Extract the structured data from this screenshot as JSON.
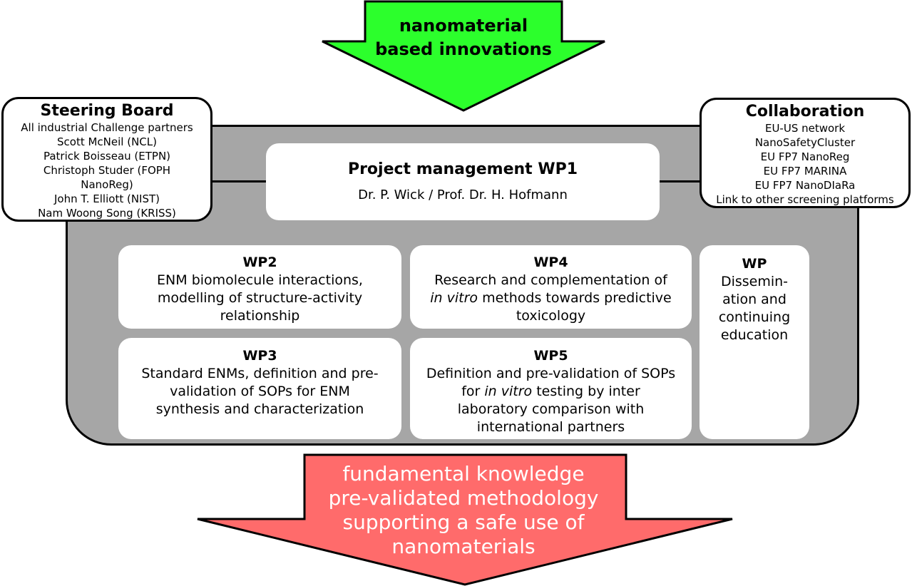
{
  "top_arrow": {
    "lines": "nanomaterial\nbased innovations",
    "color": "#2cff2c"
  },
  "bottom_arrow": {
    "lines": "fundamental knowledge\npre-validated methodology\nsupporting a safe use of\nnanomaterials",
    "color": "#ff6b6b"
  },
  "steering_board": {
    "title": "Steering Board",
    "items": [
      "All industrial Challenge partners",
      "Scott McNeil (NCL)",
      "Patrick Boisseau (ETPN)",
      "Christoph Studer (FOPH",
      "NanoReg)",
      "John T. Elliott (NIST)",
      "Nam Woong Song (KRISS)"
    ]
  },
  "collaboration": {
    "title": "Collaboration",
    "items": [
      "EU-US network",
      "NanoSafetyCluster",
      "EU FP7  NanoReg",
      "EU FP7  MARINA",
      "EU FP7  NanoDIaRa",
      "Link to other screening platforms"
    ]
  },
  "project_management": {
    "title": "Project management WP1",
    "subtitle": "Dr. P. Wick / Prof. Dr. H. Hofmann"
  },
  "wp2": {
    "title": "WP2",
    "desc": "ENM biomolecule interactions, modelling of structure-activity relationship"
  },
  "wp4": {
    "title": "WP4",
    "desc_pre": "Research and complementation of ",
    "desc_em": "in vitro",
    "desc_post": " methods towards predictive toxicology"
  },
  "wp3": {
    "title": "WP3",
    "desc": "Standard ENMs, definition and pre-validation of SOPs for ENM synthesis and characterization"
  },
  "wp5": {
    "title": "WP5",
    "desc_pre": "Definition and pre-validation of SOPs for ",
    "desc_em": "in vitro",
    "desc_post": " testing by inter laboratory comparison with international partners"
  },
  "wp_dissemination": {
    "title": "WP",
    "desc": "Dissemin-ation and continuing education"
  },
  "colors": {
    "panel_gray": "#a6a6a6"
  }
}
